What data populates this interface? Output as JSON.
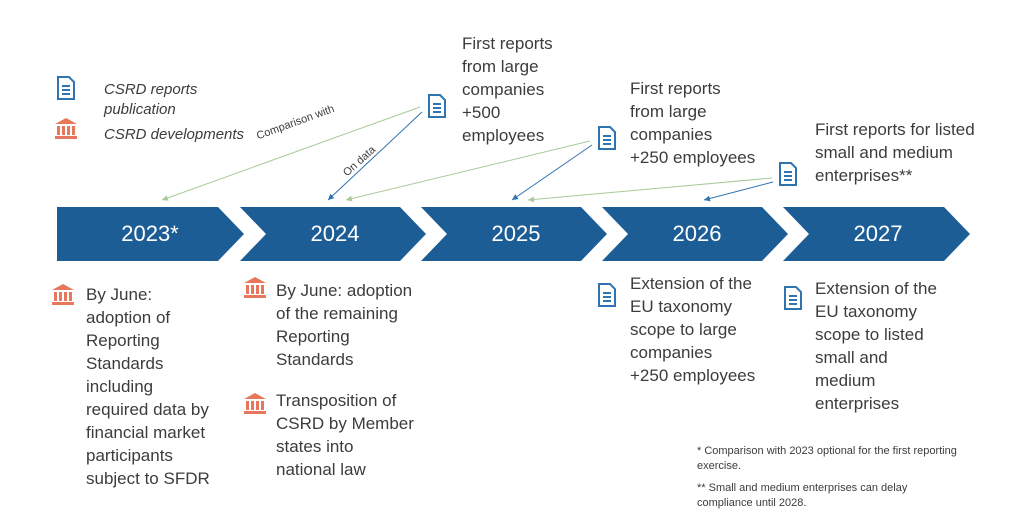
{
  "legend": {
    "reports_label": "CSRD reports\npublication",
    "developments_label": "CSRD developments"
  },
  "years": [
    "2023*",
    "2024",
    "2025",
    "2026",
    "2027"
  ],
  "top_reports": [
    {
      "text": "First reports\nfrom large\ncompanies\n+500\nemployees",
      "icon": "document-icon"
    },
    {
      "text": "First reports\nfrom large\ncompanies\n+250 employees",
      "icon": "document-icon"
    },
    {
      "text": "First reports for listed\nsmall and medium\nenterprises**",
      "icon": "document-icon"
    }
  ],
  "arrow_labels": {
    "comparison": "Comparison with",
    "on_data": "On data"
  },
  "below": {
    "y2023": "By June:\nadoption of\nReporting\nStandards\nincluding\nrequired data by\nfinancial market\nparticipants\nsubject to SFDR",
    "y2024_a": "By June: adoption\nof the remaining\nReporting\nStandards",
    "y2024_b": "Transposition of\nCSRD by Member\nstates into\nnational law",
    "y2026": "Extension of the\nEU taxonomy\nscope to large\ncompanies\n+250 employees",
    "y2027": "Extension of the\nEU taxonomy\nscope to listed\nsmall and\nmedium\nenterprises"
  },
  "footnotes": {
    "note1": "* Comparison with 2023 optional for the first reporting\nexercise.",
    "note2": "** Small and medium enterprises can delay\ncompliance until 2028."
  },
  "colors": {
    "chevron": "#1d5d95",
    "chevron_border": "#174d7d",
    "document_icon": "#2f73b0",
    "building_icon": "#e8765a",
    "arrow_blue": "#2f73b0",
    "arrow_green": "#a9c99a"
  }
}
